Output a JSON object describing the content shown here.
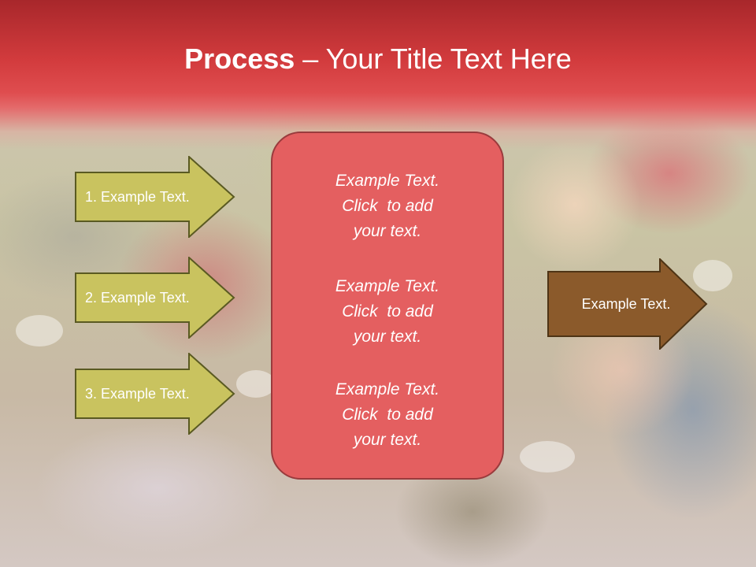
{
  "title": {
    "bold": "Process",
    "rest": " – Your Title Text Here"
  },
  "left_arrows": [
    {
      "label": "1. Example Text."
    },
    {
      "label": "2. Example Text."
    },
    {
      "label": "3. Example Text."
    }
  ],
  "center_box": {
    "paragraphs": [
      {
        "lines": [
          "Example Text.",
          "Click  to add",
          "your text."
        ]
      },
      {
        "lines": [
          "Example Text.",
          "Click  to add",
          "your text."
        ]
      },
      {
        "lines": [
          "Example Text.",
          "Click  to add",
          "your text."
        ]
      }
    ]
  },
  "right_arrow": {
    "label": "Example Text."
  },
  "colors": {
    "title_band": "#d23b3d",
    "left_arrow_fill": "#c9c35f",
    "left_arrow_stroke": "#5a5a22",
    "center_fill": "#e45f60",
    "center_stroke": "#9a3b3d",
    "right_arrow_fill": "#8b5a2b",
    "right_arrow_stroke": "#4e3415"
  }
}
